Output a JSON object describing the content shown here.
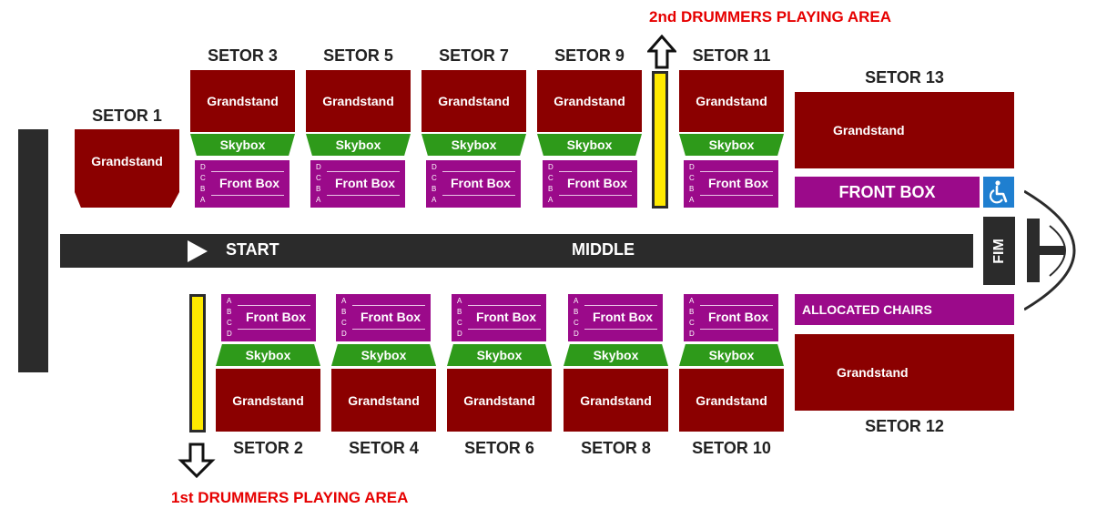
{
  "titles": {
    "second_drummers": "2nd DRUMMERS PLAYING AREA",
    "first_drummers": "1st DRUMMERS PLAYING AREA"
  },
  "track": {
    "start": "START",
    "middle": "MIDDLE",
    "end": "FIM"
  },
  "labels": {
    "grandstand": "Grandstand",
    "skybox": "Skybox",
    "front_box": "Front Box",
    "rows_top": [
      "D",
      "C",
      "B",
      "A"
    ],
    "rows_bottom": [
      "A",
      "B",
      "C",
      "D"
    ]
  },
  "sectors_top": [
    {
      "name": "SETOR 1"
    },
    {
      "name": "SETOR 3"
    },
    {
      "name": "SETOR 5"
    },
    {
      "name": "SETOR 7"
    },
    {
      "name": "SETOR 9"
    },
    {
      "name": "SETOR 11"
    },
    {
      "name": "SETOR 13"
    }
  ],
  "sectors_bottom": [
    {
      "name": "SETOR 2"
    },
    {
      "name": "SETOR 4"
    },
    {
      "name": "SETOR 6"
    },
    {
      "name": "SETOR 8"
    },
    {
      "name": "SETOR 10"
    },
    {
      "name": "SETOR 12"
    }
  ],
  "setor13": {
    "front_box": "FRONT BOX",
    "grandstand": "Grandstand"
  },
  "setor12": {
    "allocated": "ALLOCATED CHAIRS",
    "grandstand": "Grandstand"
  },
  "colors": {
    "grandstand": "#8b0000",
    "skybox": "#2e9a1a",
    "front_box": "#9b0a8a",
    "track": "#2b2b2b",
    "drummer_area": "#ffea00",
    "title_red": "#e60000",
    "accessibility": "#1f7fd0"
  },
  "icons": {
    "accessibility": "wheelchair-icon",
    "play": "play-icon",
    "arrow_up": "arrow-up-icon",
    "arrow_down": "arrow-down-icon"
  }
}
